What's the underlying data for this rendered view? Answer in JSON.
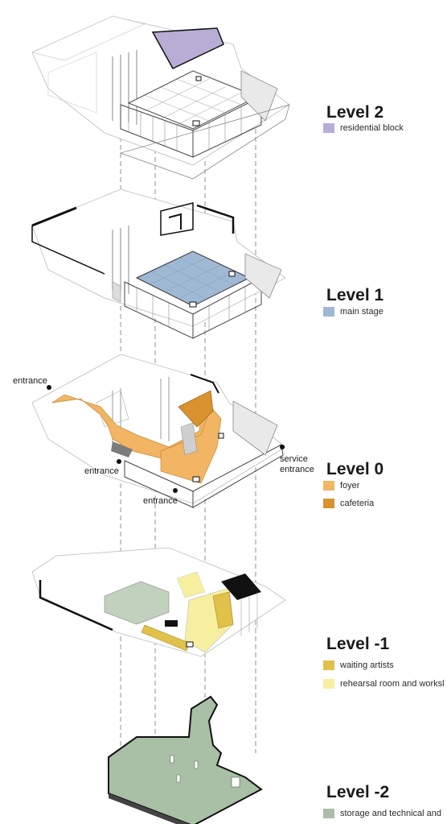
{
  "levels": [
    {
      "title": "Level 2",
      "legend": [
        {
          "label": "residential block",
          "color": "#b9add6"
        }
      ]
    },
    {
      "title": "Level 1",
      "legend": [
        {
          "label": "main stage",
          "color": "#9fb9d4"
        }
      ]
    },
    {
      "title": "Level 0",
      "legend": [
        {
          "label": "foyer",
          "color": "#f2b564"
        },
        {
          "label": "cafeteria",
          "color": "#d8922e"
        }
      ]
    },
    {
      "title": "Level -1",
      "legend": [
        {
          "label": "waiting artists",
          "color": "#e2c14a"
        },
        {
          "label": "rehearsal room and worksl",
          "color": "#f7efa0"
        }
      ]
    },
    {
      "title": "Level -2",
      "legend": [
        {
          "label": "storage and technical and",
          "color": "#a9bfa6"
        }
      ]
    }
  ],
  "annotations": {
    "entrance_top": "entrance",
    "entrance_mid": "entrance",
    "entrance_bottom": "entrance",
    "service_line1": "service",
    "service_line2": "entrance"
  }
}
